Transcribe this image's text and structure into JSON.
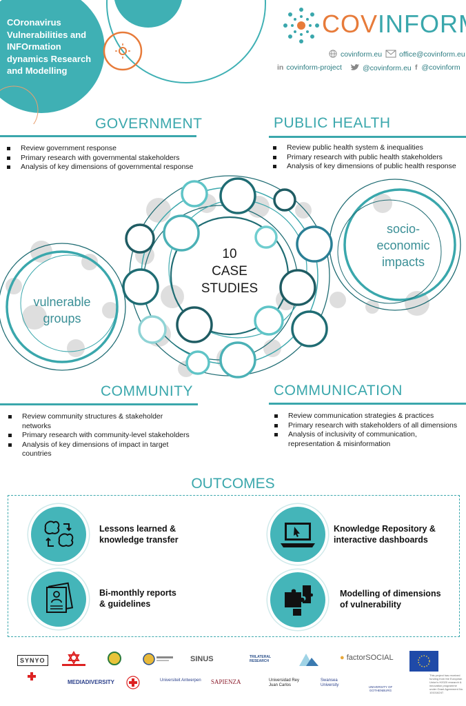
{
  "header": {
    "tagline": "COronavirus Vulnerabilities and INFOrmation dynamics Research and Modelling",
    "logo_cov": "COV",
    "logo_inform": "INFORM",
    "website": "covinform.eu",
    "email": "office@covinform.eu",
    "linkedin": "covinform-project",
    "twitter": "@covinform.eu",
    "facebook": "@covinform"
  },
  "sections": {
    "government": {
      "title": "GOVERNMENT",
      "items": [
        "Review government response",
        "Primary research with governmental stakeholders",
        "Analysis of key dimensions of governmental response"
      ]
    },
    "public_health": {
      "title": "PUBLIC HEALTH",
      "items": [
        "Review public health system & inequalities",
        "Primary research with public health stakeholders",
        "Analysis of key dimensions of public health response"
      ]
    },
    "community": {
      "title": "COMMUNITY",
      "items": [
        "Review community structures & stakeholder networks",
        "Primary research with community-level stakeholders",
        "Analysis of key dimensions of impact in target countries"
      ]
    },
    "communication": {
      "title": "COMMUNICATION",
      "items": [
        "Review communication strategies & practices",
        "Primary research with stakeholders of all dimensions",
        "Analysis of inclusivity of communication, representation & misinformation"
      ]
    }
  },
  "diagram": {
    "center_line1": "10",
    "center_line2": "CASE",
    "center_line3": "STUDIES",
    "left_line1": "vulnerable",
    "left_line2": "groups",
    "right_line1": "socio-",
    "right_line2": "economic",
    "right_line3": "impacts"
  },
  "outcomes": {
    "title": "OUTCOMES",
    "items": [
      {
        "line1": "Lessons learned &",
        "line2": "knowledge transfer",
        "icon": "brain-exchange-icon"
      },
      {
        "line1": "Knowledge Repository &",
        "line2": "interactive dashboards",
        "icon": "laptop-icon"
      },
      {
        "line1": "Bi-monthly reports",
        "line2": "& guidelines",
        "icon": "reports-icon"
      },
      {
        "line1": "Modelling of dimensions",
        "line2": "of vulnerability",
        "icon": "puzzle-icon"
      }
    ]
  },
  "partners": {
    "synyo": "SYNYO",
    "sinus": "SINUS",
    "trilateral": "TRILATERAL RESEARCH",
    "factorsocial": "factorSOCIAL",
    "mediadiversity": "MEDIADIVERSITY",
    "antwerpen": "Universiteit Antwerpen",
    "sapienza": "SAPIENZA",
    "urjc": "Universidad Rey Juan Carlos",
    "swansea": "Swansea University",
    "gothenburg": "UNIVERSITY OF GOTHENBURG",
    "eu_note": "This project has received funding from the European Union's H2020 research & innovation programme under Grant Agreement No. 101016247."
  },
  "colors": {
    "teal": "#3aa7ac",
    "dark_teal": "#1f6c73",
    "orange": "#e77b3a",
    "grey": "#d6d6d6"
  }
}
